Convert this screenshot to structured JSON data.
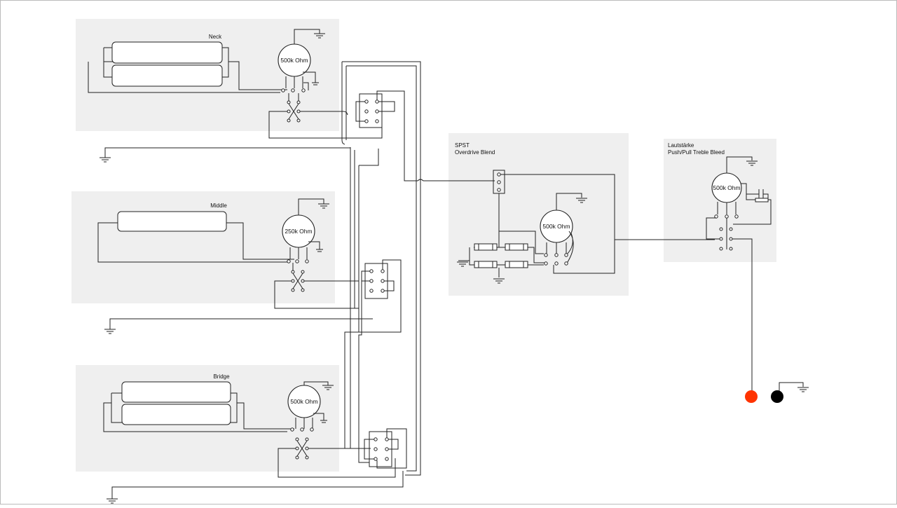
{
  "diagram": {
    "sections": {
      "neck": {
        "title": "Neck",
        "pot_value": "500k Ohm"
      },
      "middle": {
        "title": "Middle",
        "pot_value": "250k Ohm"
      },
      "bridge": {
        "title": "Bridge",
        "pot_value": "500k Ohm"
      },
      "blend": {
        "title_line1": "SPST",
        "title_line2": "Overdrive Blend",
        "pot_value": "500k Ohm"
      },
      "volume": {
        "title_line1": "Lautstärke",
        "title_line2": "Push/Pull Treble Bleed",
        "pot_value": "500k Ohm"
      }
    },
    "colors": {
      "output_hot": "#ff3300",
      "output_ground": "#000000",
      "panel": "#efefef",
      "wire": "#222222"
    },
    "icons": [
      "ground-symbol-icon",
      "resistor-icon",
      "capacitor-icon",
      "output-jack-icon"
    ]
  }
}
